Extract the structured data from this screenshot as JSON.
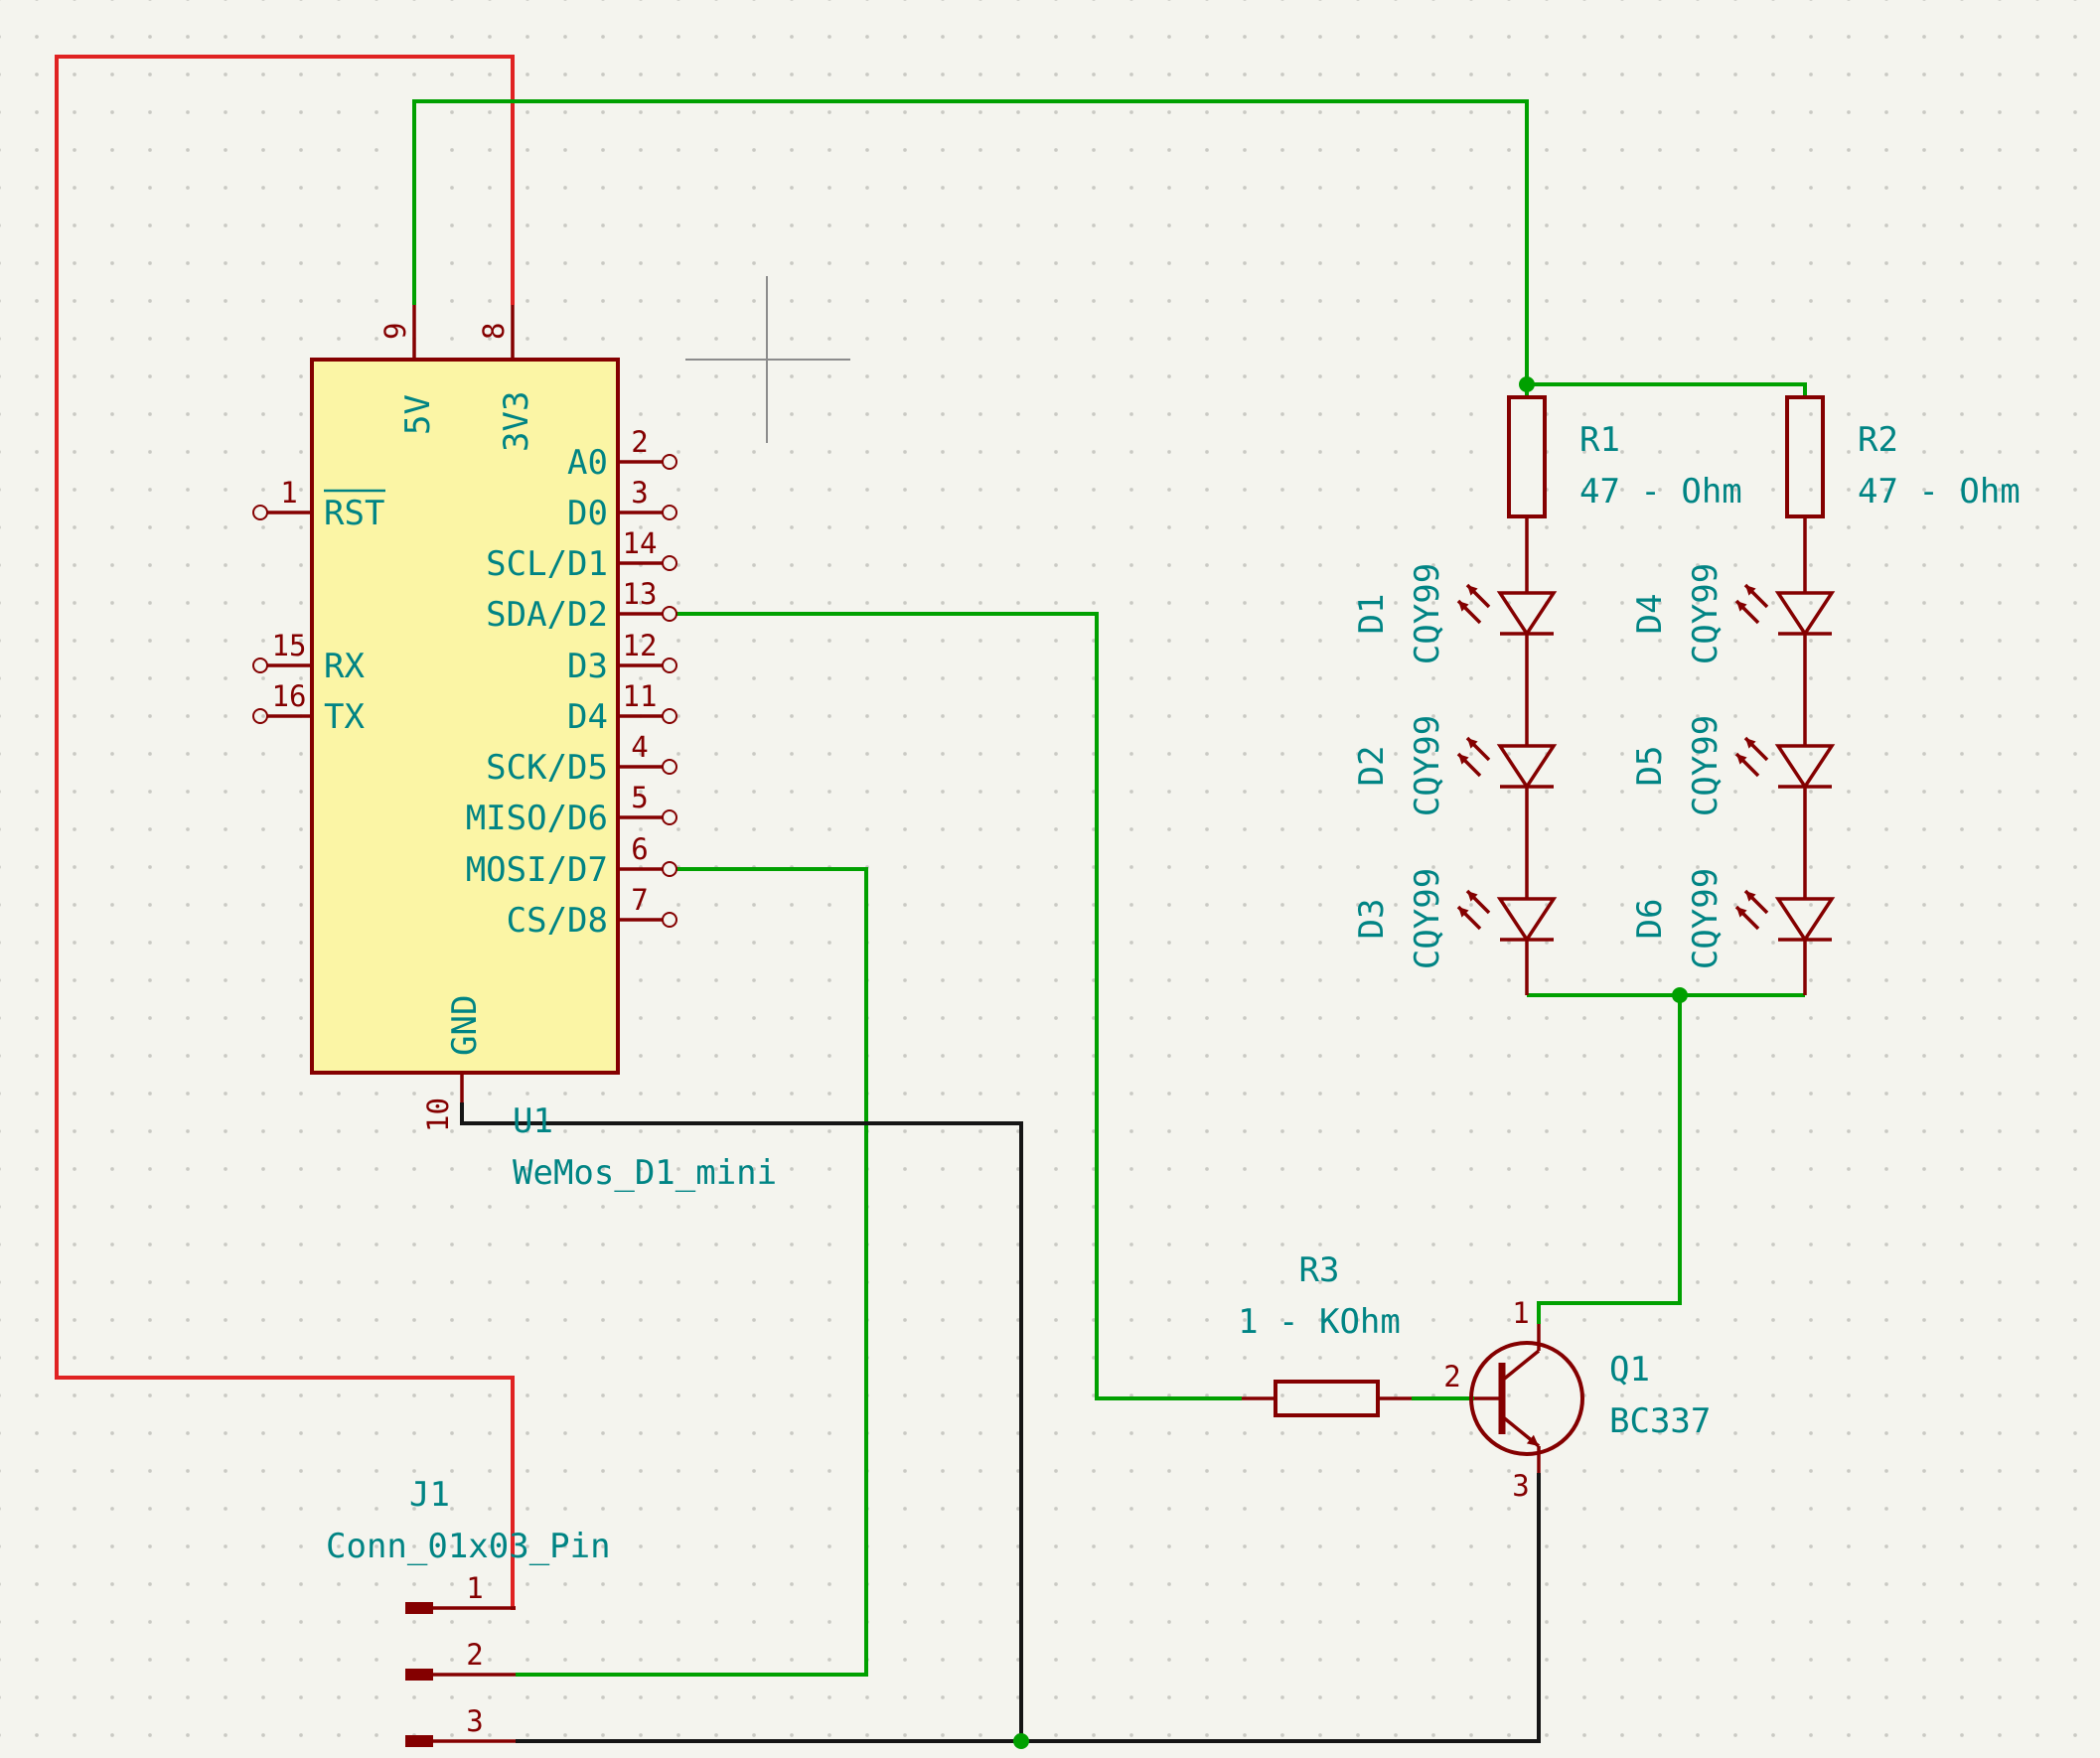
{
  "components": {
    "u1": {
      "ref": "U1",
      "value": "WeMos_D1_mini",
      "top_pins": [
        {
          "num": "9",
          "name": "5V"
        },
        {
          "num": "8",
          "name": "3V3"
        }
      ],
      "left_pins": [
        {
          "num": "1",
          "name": "RST"
        },
        {
          "num": "15",
          "name": "RX"
        },
        {
          "num": "16",
          "name": "TX"
        }
      ],
      "right_pins": [
        {
          "num": "2",
          "name": "A0"
        },
        {
          "num": "3",
          "name": "D0"
        },
        {
          "num": "14",
          "name": "SCL/D1"
        },
        {
          "num": "13",
          "name": "SDA/D2"
        },
        {
          "num": "12",
          "name": "D3"
        },
        {
          "num": "11",
          "name": "D4"
        },
        {
          "num": "4",
          "name": "SCK/D5"
        },
        {
          "num": "5",
          "name": "MISO/D6"
        },
        {
          "num": "6",
          "name": "MOSI/D7"
        },
        {
          "num": "7",
          "name": "CS/D8"
        }
      ],
      "bottom_pins": [
        {
          "num": "10",
          "name": "GND"
        }
      ]
    },
    "r1": {
      "ref": "R1",
      "value": "47 - Ohm"
    },
    "r2": {
      "ref": "R2",
      "value": "47 - Ohm"
    },
    "r3": {
      "ref": "R3",
      "value": "1 - KOhm"
    },
    "leds": [
      {
        "ref": "D1",
        "value": "CQY99"
      },
      {
        "ref": "D2",
        "value": "CQY99"
      },
      {
        "ref": "D3",
        "value": "CQY99"
      },
      {
        "ref": "D4",
        "value": "CQY99"
      },
      {
        "ref": "D5",
        "value": "CQY99"
      },
      {
        "ref": "D6",
        "value": "CQY99"
      }
    ],
    "q1": {
      "ref": "Q1",
      "value": "BC337",
      "pin_numbers": {
        "collector": "1",
        "base": "2",
        "emitter": "3"
      }
    },
    "j1": {
      "ref": "J1",
      "value": "Conn_01x03_Pin",
      "pin_numbers": [
        "1",
        "2",
        "3"
      ]
    }
  },
  "colors": {
    "symbol_outline": "#840000",
    "symbol_fill": "#FBF5A5",
    "text_teal": "#008484",
    "wire_green": "#00A000",
    "wire_red": "#E02222",
    "wire_black": "#151515",
    "background": "#F4F4EE"
  }
}
